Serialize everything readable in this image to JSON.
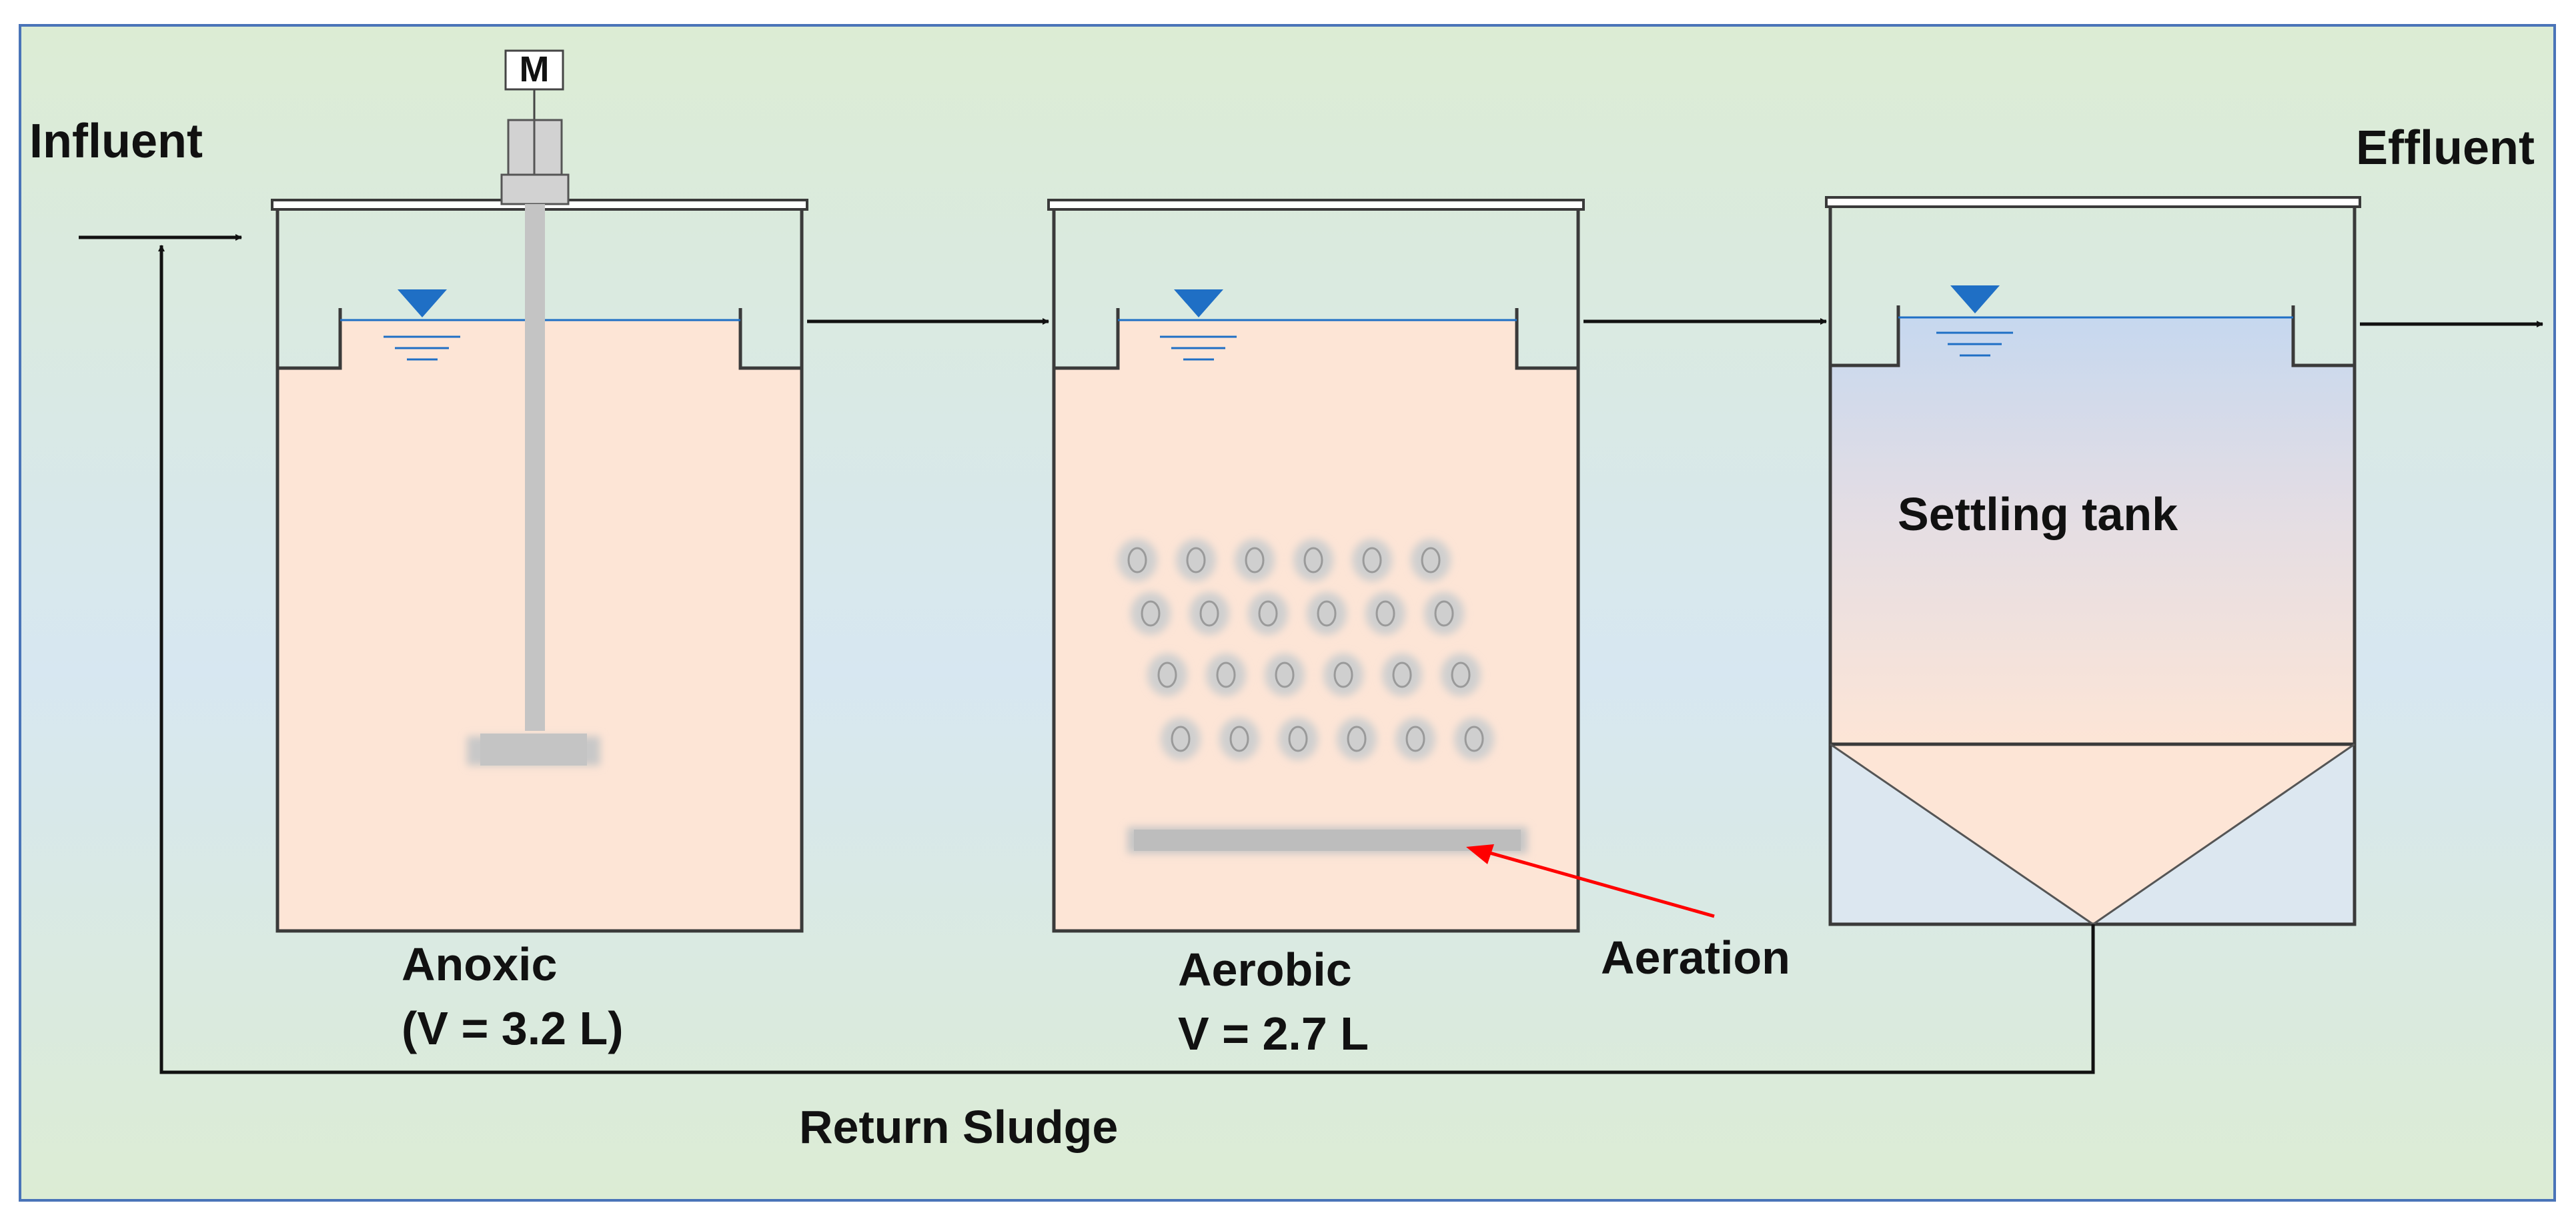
{
  "labels": {
    "influent": "Influent",
    "effluent": "Effluent",
    "return_sludge": "Return Sludge",
    "aeration": "Aeration",
    "settling_tank": "Settling tank",
    "motor": "M"
  },
  "tanks": [
    {
      "name": "Anoxic",
      "volume": "(V = 3.2 L)"
    },
    {
      "name": "Aerobic",
      "volume": "V = 2.7 L"
    }
  ],
  "colors": {
    "background_top": "#dcecd4",
    "background_mid": "#d8e8f2",
    "liquid": "#fde5d6",
    "clear_water": "#c6d9ef",
    "water_level_marker": "#1f6fc5",
    "aeration_pointer": "#ff0000",
    "outline": "#3a3a3a"
  }
}
